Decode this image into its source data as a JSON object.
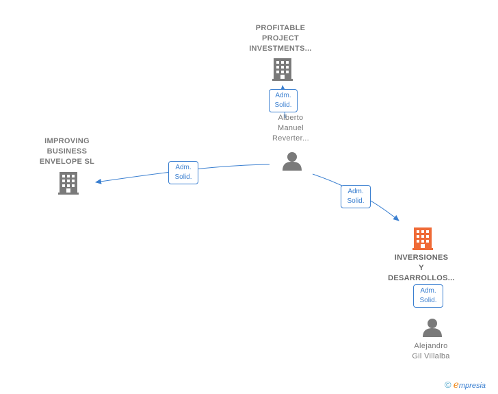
{
  "colors": {
    "edge": "#3a7fd0",
    "building_default": "#7a7a7a",
    "building_focus": "#ef6a36",
    "person": "#7a7a7a"
  },
  "nodes": {
    "profitable": {
      "lines": [
        "PROFITABLE",
        "PROJECT",
        "INVESTMENTS..."
      ],
      "icon": "building-icon"
    },
    "alberto": {
      "lines": [
        "Alberto",
        "Manuel",
        "Reverter..."
      ],
      "icon": "person-icon"
    },
    "improving": {
      "lines": [
        "IMPROVING",
        "BUSINESS",
        "ENVELOPE  SL"
      ],
      "icon": "building-icon"
    },
    "inversiones": {
      "lines": [
        "INVERSIONES",
        "Y",
        "DESARROLLOS..."
      ],
      "icon": "building-icon"
    },
    "alejandro": {
      "lines": [
        "Alejandro",
        "Gil Villalba"
      ],
      "icon": "person-icon"
    }
  },
  "relations": [
    {
      "id": "rel-profitable",
      "role": [
        "Adm.",
        "Solid."
      ]
    },
    {
      "id": "rel-improving",
      "role": [
        "Adm.",
        "Solid."
      ]
    },
    {
      "id": "rel-inversiones",
      "role": [
        "Adm.",
        "Solid."
      ]
    },
    {
      "id": "rel-alejandro",
      "role": [
        "Adm.",
        "Solid."
      ]
    }
  ],
  "brand": {
    "copyright": "©",
    "e": "e",
    "rest": "mpresia"
  }
}
